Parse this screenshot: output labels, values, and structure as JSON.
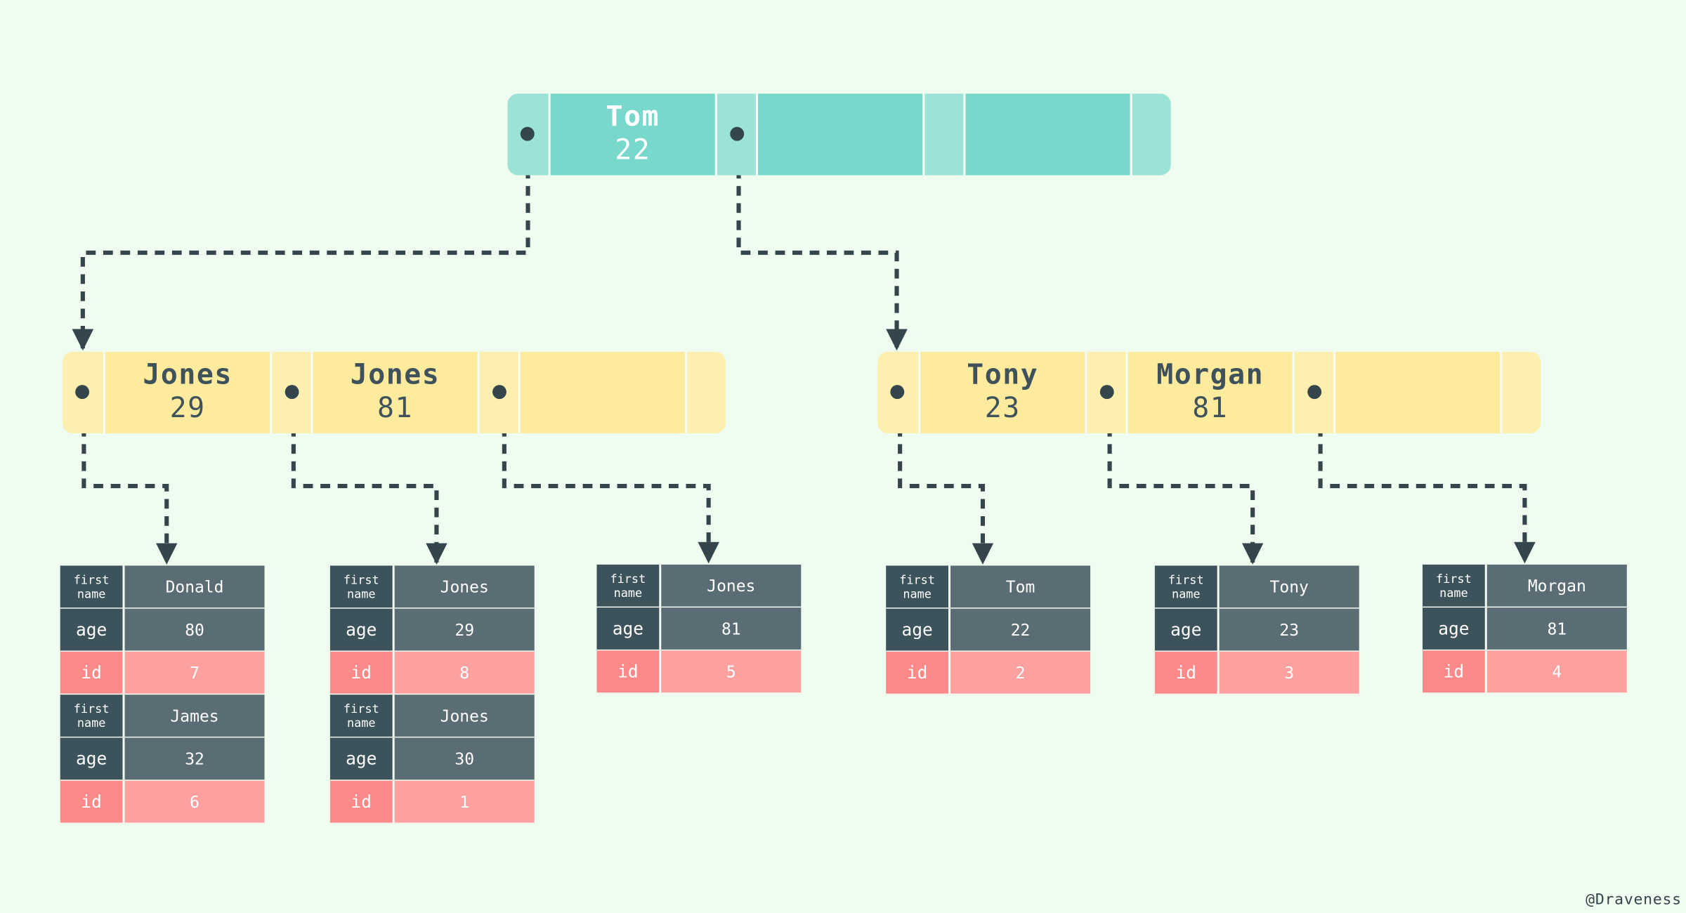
{
  "root": {
    "keys": [
      {
        "name": "Tom",
        "value": "22"
      },
      {
        "name": "",
        "value": ""
      },
      {
        "name": "",
        "value": ""
      }
    ]
  },
  "left": {
    "keys": [
      {
        "name": "Jones",
        "value": "29"
      },
      {
        "name": "Jones",
        "value": "81"
      },
      {
        "name": "",
        "value": ""
      }
    ]
  },
  "right": {
    "keys": [
      {
        "name": "Tony",
        "value": "23"
      },
      {
        "name": "Morgan",
        "value": "81"
      },
      {
        "name": "",
        "value": ""
      }
    ]
  },
  "labels": {
    "first": "first",
    "name": "name",
    "age": "age",
    "id": "id"
  },
  "records": [
    {
      "rows": [
        {
          "first_name": "Donald",
          "age": "80",
          "id": "7"
        },
        {
          "first_name": "James",
          "age": "32",
          "id": "6"
        }
      ]
    },
    {
      "rows": [
        {
          "first_name": "Jones",
          "age": "29",
          "id": "8"
        },
        {
          "first_name": "Jones",
          "age": "30",
          "id": "1"
        }
      ]
    },
    {
      "rows": [
        {
          "first_name": "Jones",
          "age": "81",
          "id": "5"
        }
      ]
    },
    {
      "rows": [
        {
          "first_name": "Tom",
          "age": "22",
          "id": "2"
        }
      ]
    },
    {
      "rows": [
        {
          "first_name": "Tony",
          "age": "23",
          "id": "3"
        }
      ]
    },
    {
      "rows": [
        {
          "first_name": "Morgan",
          "age": "81",
          "id": "4"
        }
      ]
    }
  ],
  "credit": "@Draveness",
  "colors": {
    "background": "#effdf0",
    "root_node": "#78d8cc",
    "child_node": "#feeb9d",
    "record_dark": "#3d535b",
    "record_id": "#fd8a88",
    "arrow": "#34464c"
  }
}
